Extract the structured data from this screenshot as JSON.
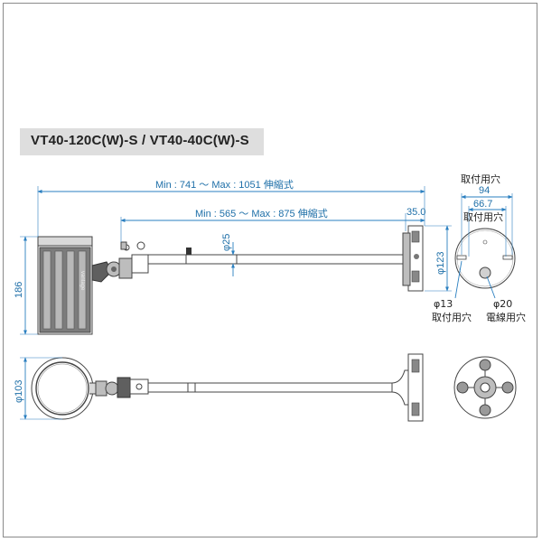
{
  "title": "VT40-120C(W)-S / VT40-40C(W)-S",
  "dims": {
    "overall_span": "Min : 741 ～ Max : 1051  伸縮式",
    "arm_span": "Min : 565 ～ Max : 875  伸縮式",
    "mount_depth": "35.0",
    "pipe_dia": "φ25",
    "lamp_height": "186",
    "flange_dia": "φ123",
    "lamp_face_dia": "φ103",
    "hole_pitch_outer": "94",
    "hole_label_top": "取付用穴",
    "hole_pitch_inner": "66.7",
    "hole_label_inner": "取付用穴",
    "hole_small_dia": "φ13",
    "hole_small_label": "取付用穴",
    "hole_wire_dia": "φ20",
    "hole_wire_label": "電線用穴"
  },
  "brand_mark": "vantage"
}
